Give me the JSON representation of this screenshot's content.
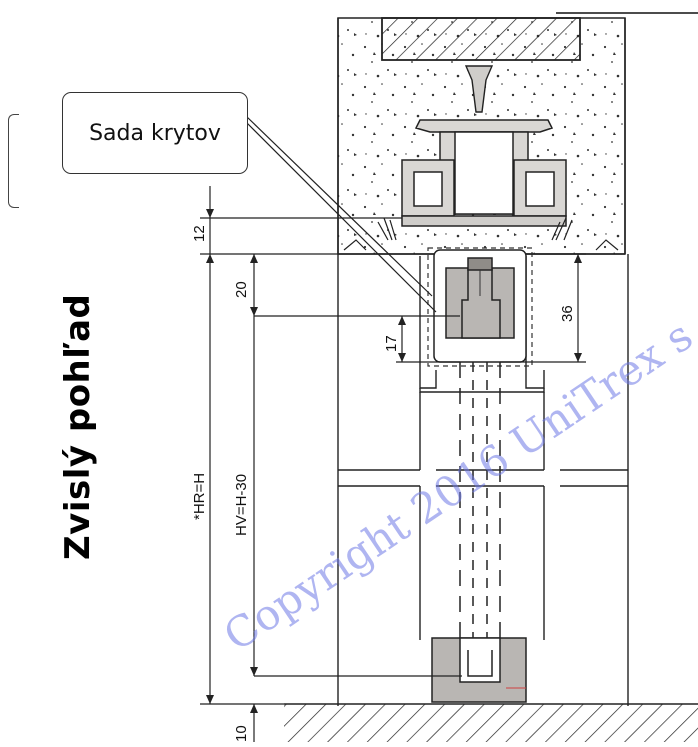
{
  "title": "Zvislý pohľad",
  "callout": {
    "label": "Sada krytov"
  },
  "dimensions": {
    "d12": "12",
    "d20": "20",
    "d36": "36",
    "d17": "17",
    "hr": "*HR=H",
    "hv": "HV=H-30",
    "d10": "10"
  },
  "watermark": "Copyright 2016 UniTrex s",
  "colors": {
    "line": "#1a1a1a",
    "profile_fill": "#b9b6b3",
    "watermark": "#6e78e6"
  }
}
